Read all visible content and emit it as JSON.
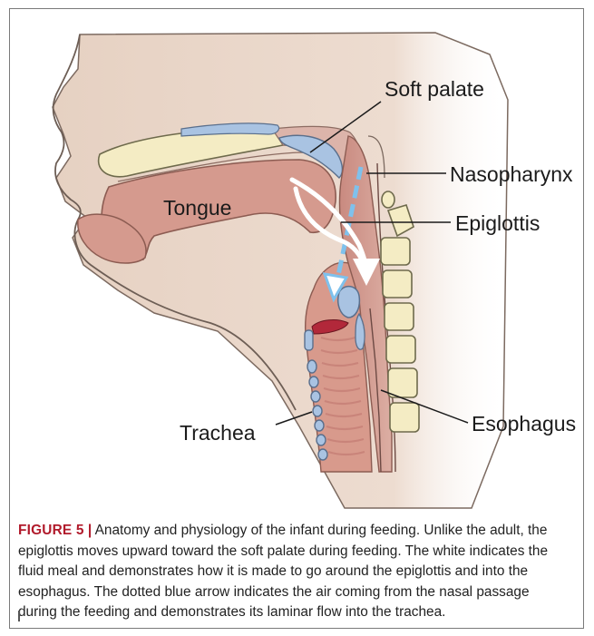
{
  "labels": {
    "soft_palate": "Soft palate",
    "nasopharynx": "Nasopharynx",
    "tongue": "Tongue",
    "epiglottis": "Epiglottis",
    "trachea": "Trachea",
    "esophagus": "Esophagus"
  },
  "caption": {
    "figure_label": "FIGURE 5",
    "separator": "|",
    "text": " Anatomy and physiology of the infant during feeding. Unlike the adult, the epiglottis moves upward toward the soft palate during feeding. The white indicates the fluid meal and demonstrates how it is made to go around the epiglottis and into the esophagus. The dotted blue arrow indicates the air coming from the nasal passage during the feeding and demonstrates its laminar flow into the trachea."
  },
  "colors": {
    "skin": "#e9d6c8",
    "muscle": "#d59a8e",
    "bone": "#f4ecc4",
    "bone_outline": "#6e6a4c",
    "cartilage": "#a9c3e2",
    "air_arrow": "#7fc1ec",
    "fluid_arrow": "#ffffff",
    "caption_accent": "#b11a2b"
  }
}
